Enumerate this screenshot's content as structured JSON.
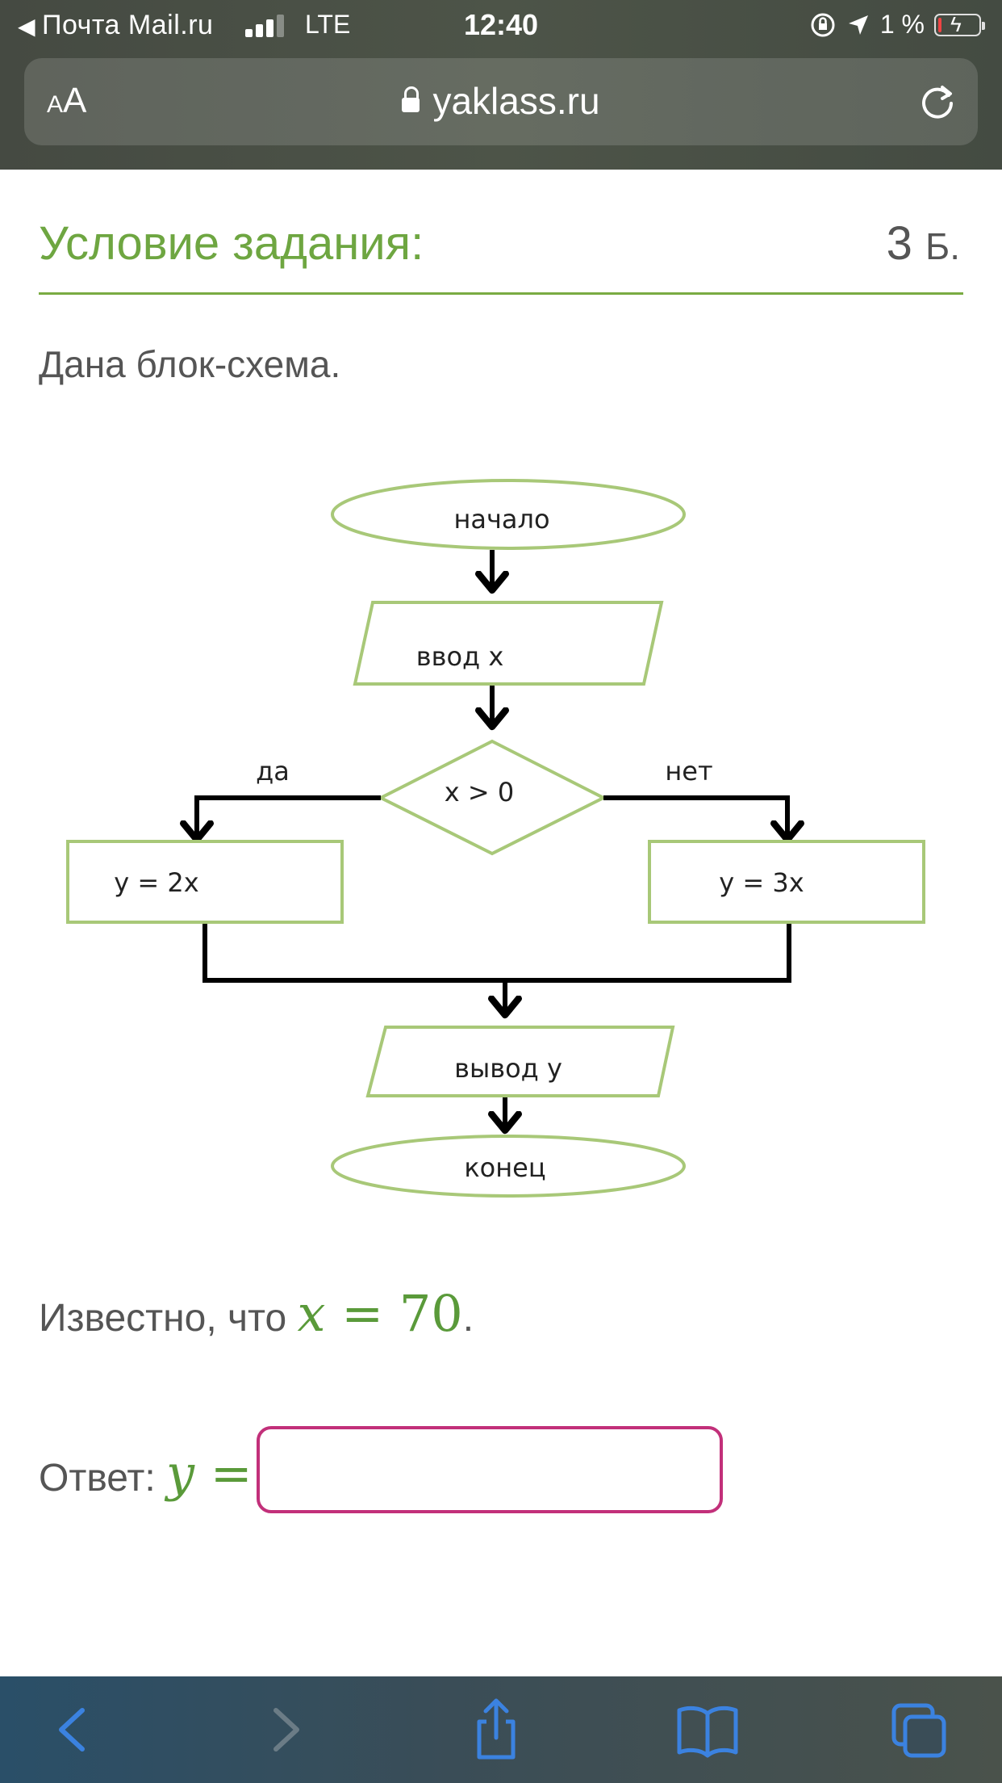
{
  "status_bar": {
    "back_app": "Почта Mail.ru",
    "network": "LTE",
    "time": "12:40",
    "battery": "1 %"
  },
  "browser": {
    "text_size_label": "AA",
    "domain": "yaklass.ru"
  },
  "task": {
    "title": "Условие задания:",
    "score_value": "3",
    "score_unit": "Б.",
    "intro": "Дана блок-схема.",
    "given_prefix": "Известно, что",
    "given_var": "x",
    "given_eq": " = ",
    "given_value": "70",
    "given_suffix": ".",
    "answer_label": "Ответ:",
    "answer_var": "y",
    "answer_eq": " =",
    "answer_value": ""
  },
  "flowchart": {
    "start": "начало",
    "input": "ввод x",
    "condition": "x > 0",
    "yes_label": "да",
    "no_label": "нет",
    "yes_branch": "y = 2x",
    "no_branch": "y = 3x",
    "output": "вывод y",
    "end": "конец"
  },
  "colors": {
    "accent_green": "#6ea641",
    "shape_stroke": "#a8c878",
    "input_border": "#c2307a",
    "toolbar_icon": "#3b82e0"
  },
  "icons": [
    "back-arrow-icon",
    "forward-arrow-icon",
    "share-icon",
    "bookmarks-icon",
    "tabs-icon",
    "reload-icon",
    "lock-icon"
  ]
}
